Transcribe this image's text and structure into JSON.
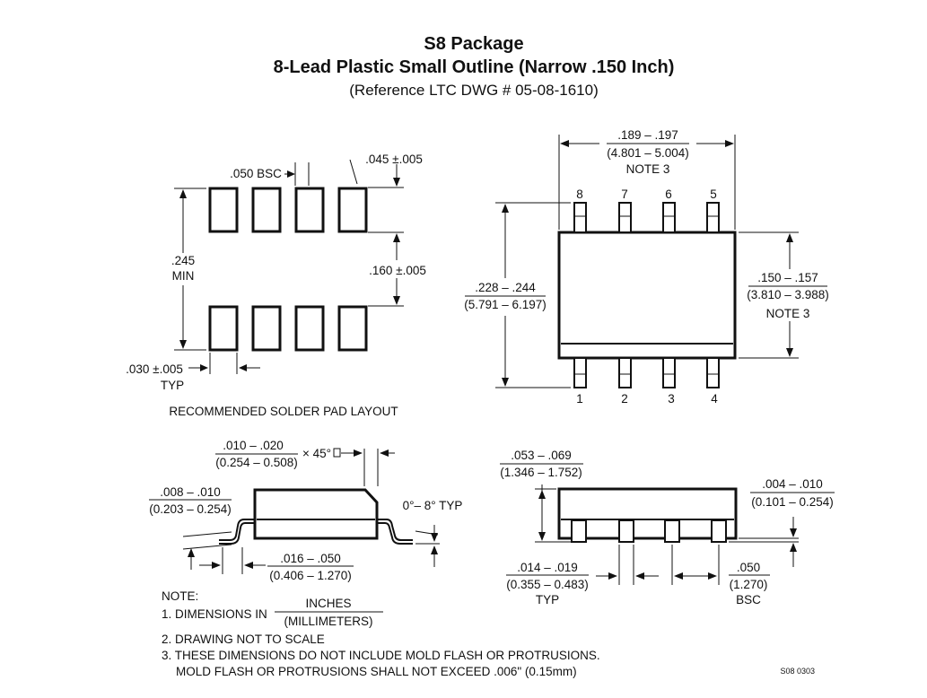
{
  "header": {
    "title": "S8 Package",
    "subtitle": "8-Lead Plastic Small Outline (Narrow .150 Inch)",
    "reference": "(Reference LTC DWG # 05-08-1610)"
  },
  "pad_layout": {
    "caption": "RECOMMENDED SOLDER PAD LAYOUT",
    "pitch": ".050 BSC",
    "pad_width": ".045 ±.005",
    "height_top": ".245",
    "height_bottom": "MIN",
    "pad_gap": ".160 ±.005",
    "pad_length": ".030 ±.005",
    "pad_length_note": "TYP"
  },
  "top_view": {
    "pins_top": [
      "8",
      "7",
      "6",
      "5"
    ],
    "pins_bottom": [
      "1",
      "2",
      "3",
      "4"
    ],
    "length_in": ".189 – .197",
    "length_mm": "(4.801 – 5.004)",
    "length_note": "NOTE 3",
    "total_width_in": ".228 – .244",
    "total_width_mm": "(5.791 – 6.197)",
    "body_width_in": ".150 – .157",
    "body_width_mm": "(3.810 – 3.988)",
    "body_width_note": "NOTE 3"
  },
  "side_view": {
    "chamfer_in": ".010 – .020",
    "chamfer_mm": "(0.254 – 0.508)",
    "chamfer_angle": "× 45°",
    "lead_thickness_in": ".008 – .010",
    "lead_thickness_mm": "(0.203 – 0.254)",
    "foot_angle": "0°– 8° TYP",
    "foot_length_in": ".016 – .050",
    "foot_length_mm": "(0.406 – 1.270)"
  },
  "end_view": {
    "height_in": ".053 – .069",
    "height_mm": "(1.346 – 1.752)",
    "standoff_in": ".004 – .010",
    "standoff_mm": "(0.101 – 0.254)",
    "lead_width_in": ".014 – .019",
    "lead_width_mm": "(0.355 – 0.483)",
    "lead_width_note": "TYP",
    "pitch_in": ".050",
    "pitch_mm": "(1.270)",
    "pitch_note": "BSC"
  },
  "notes": {
    "heading": "NOTE:",
    "note1_prefix": "1. DIMENSIONS IN",
    "note1_units_top": "INCHES",
    "note1_units_bottom": "(MILLIMETERS)",
    "note2": "2. DRAWING NOT TO SCALE",
    "note3_line1": "3. THESE DIMENSIONS DO NOT INCLUDE MOLD FLASH OR PROTRUSIONS.",
    "note3_line2": "MOLD FLASH OR PROTRUSIONS SHALL NOT EXCEED .006\" (0.15mm)",
    "drawing_code": "S08 0303"
  }
}
